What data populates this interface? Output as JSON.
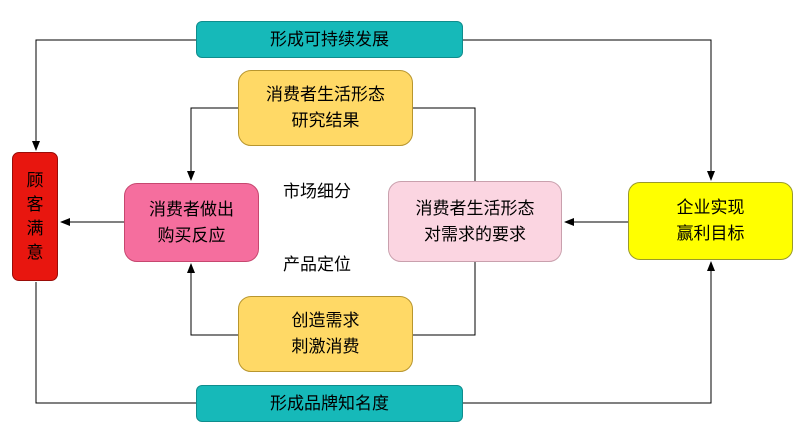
{
  "top_banner": "形成可持续发展",
  "bottom_banner": "形成品牌知名度",
  "research_box": [
    "消费者生活形态",
    "研究结果"
  ],
  "reaction_box": [
    "消费者做出",
    "购买反应"
  ],
  "demand_box": [
    "消费者生活形态",
    "对需求的要求"
  ],
  "profit_box": [
    "企业实现",
    "赢利目标"
  ],
  "create_box": [
    "创造需求",
    "刺激消费"
  ],
  "satisfaction_box": [
    "顾",
    "客",
    "满",
    "意"
  ],
  "label_segmentation": "市场细分",
  "label_positioning": "产品定位"
}
